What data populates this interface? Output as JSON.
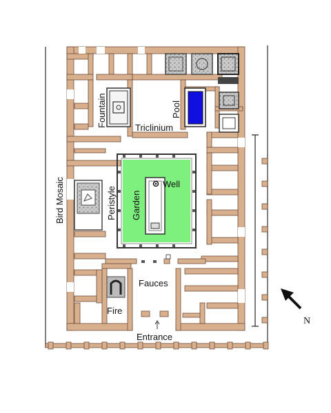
{
  "labels": {
    "fountain": "Fountain",
    "pool": "Pool",
    "triclinium": "Triclinium",
    "bird_mosaic": "Bird Mosaic",
    "peristyle": "Peristyle",
    "garden": "Garden",
    "well": "Well",
    "fauces": "Fauces",
    "fire": "Fire",
    "entrance": "Entrance",
    "north": "N"
  },
  "colors": {
    "wall": "#d9b08e",
    "wall_stroke": "#6b4c3b",
    "garden": "#7df07d",
    "pool": "#1010e0",
    "mosaic": "#bdbdbd"
  }
}
